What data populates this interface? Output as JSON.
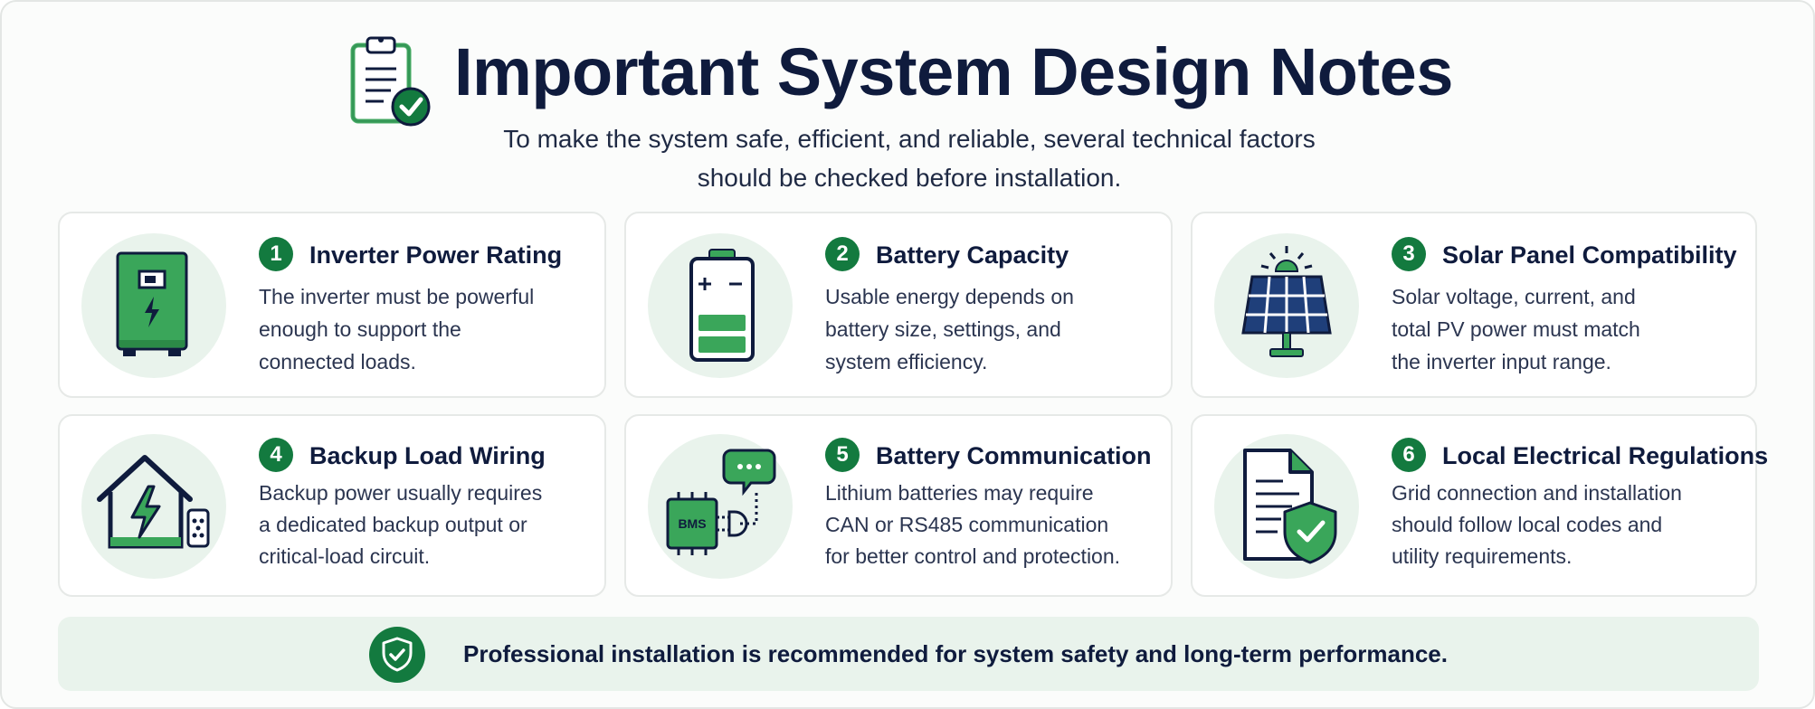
{
  "header": {
    "title": "Important System Design Notes",
    "subtitle_line1": "To make the system safe, efficient, and reliable, several technical factors",
    "subtitle_line2": "should be checked before installation.",
    "icon": "clipboard-check-icon"
  },
  "cards": [
    {
      "number": "1",
      "title": "Inverter Power Rating",
      "icon": "inverter-icon",
      "lines": [
        "The inverter must be powerful",
        "enough to support the",
        "connected loads."
      ]
    },
    {
      "number": "2",
      "title": "Battery Capacity",
      "icon": "battery-icon",
      "lines": [
        "Usable energy depends on",
        "battery size, settings, and",
        "system efficiency."
      ]
    },
    {
      "number": "3",
      "title": "Solar Panel Compatibility",
      "icon": "solar-panel-icon",
      "lines": [
        "Solar voltage, current, and",
        "total PV power must match",
        "the inverter input range."
      ]
    },
    {
      "number": "4",
      "title": "Backup Load Wiring",
      "icon": "house-power-icon",
      "lines": [
        "Backup power usually requires",
        "a dedicated backup output or",
        "critical-load circuit."
      ]
    },
    {
      "number": "5",
      "title": "Battery Communication",
      "icon": "bms-chip-icon",
      "chip_label": "BMS",
      "lines": [
        "Lithium batteries may require",
        "CAN or RS485 communication",
        "for better control and protection."
      ]
    },
    {
      "number": "6",
      "title": "Local Electrical Regulations",
      "icon": "document-shield-icon",
      "lines": [
        "Grid connection and installation",
        "should follow local codes and",
        "utility requirements."
      ]
    }
  ],
  "footer": {
    "text": "Professional installation is recommended for system safety and long-term performance.",
    "icon": "shield-check-icon"
  },
  "colors": {
    "accent": "#137a3f",
    "icon_green": "#3aa65a",
    "navy": "#0f1b3d",
    "soft_green": "#e9f3ec"
  }
}
